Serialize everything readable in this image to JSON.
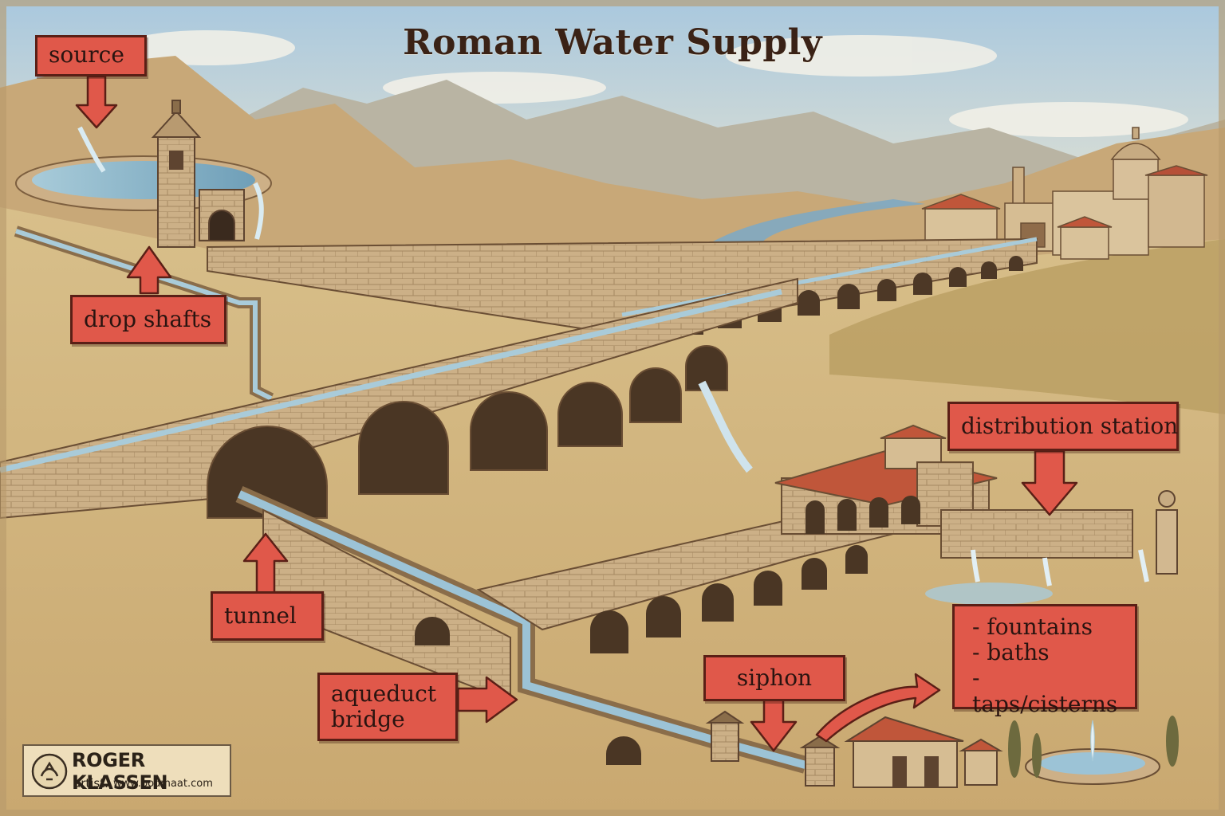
{
  "title": "Roman Water Supply",
  "labels": {
    "source": "source",
    "drop_shafts": "drop shafts",
    "tunnel": "tunnel",
    "aqueduct_bridge": [
      "aqueduct",
      "bridge"
    ],
    "distribution_station": "distribution station",
    "siphon": "siphon",
    "uses": [
      "- fountains",
      "- baths",
      "- taps/cisterns"
    ]
  },
  "signature": {
    "name": "ROGER KLASSEN",
    "role": "artist.",
    "url": "www.bodmaat.com"
  },
  "colors": {
    "label_fill": "#e0584a",
    "label_border": "#5a1f16",
    "water": "#8fb8cc",
    "stone": "#cdb088",
    "roof": "#c0563a",
    "sky": "#b9d4e6"
  }
}
